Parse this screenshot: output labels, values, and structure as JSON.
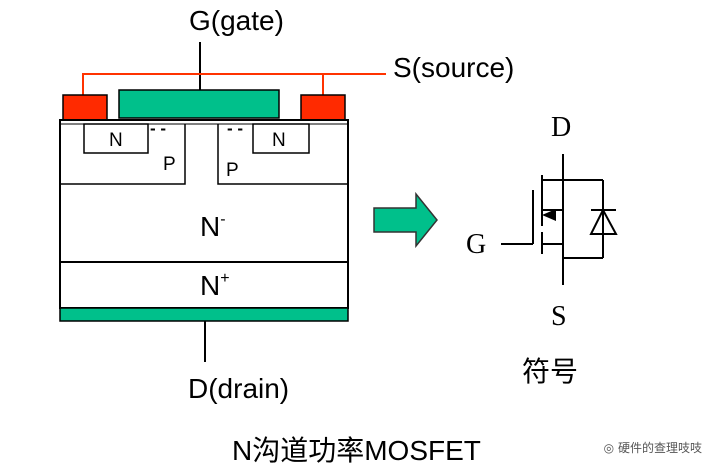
{
  "labels": {
    "gate": "G(gate)",
    "source": "S(source)",
    "drain": "D(drain)",
    "n_left": "N",
    "n_right": "N",
    "p_left": "P",
    "p_right": "P",
    "n_minus_base": "N",
    "n_minus_sup": "-",
    "n_plus_base": "N",
    "n_plus_sup": "+",
    "charge_left": "- -",
    "charge_right": "- -"
  },
  "symbol": {
    "d": "D",
    "g": "G",
    "s": "S",
    "caption": "符号"
  },
  "caption": "N沟道功率MOSFET",
  "watermark": "硬件的查理吱吱",
  "colors": {
    "metal_red": "#ff2a00",
    "gate_green": "#00c08b",
    "drain_green": "#00c08b",
    "arrow_green": "#00c08b",
    "wire_red": "#ff3300"
  }
}
